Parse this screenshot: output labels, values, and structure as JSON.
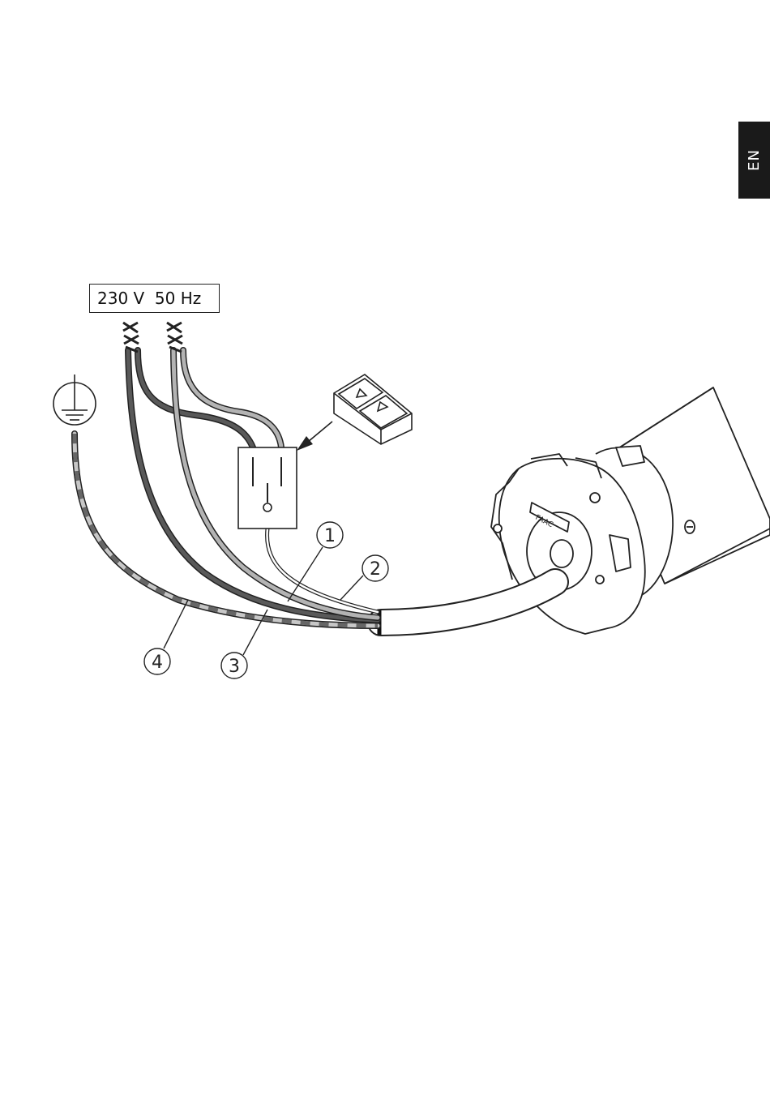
{
  "language_tab": {
    "label": "EN"
  },
  "supply": {
    "label": "230 V  50 Hz"
  },
  "callouts": [
    {
      "id": "1",
      "label": "1"
    },
    {
      "id": "2",
      "label": "2"
    },
    {
      "id": "3",
      "label": "3"
    },
    {
      "id": "4",
      "label": "4"
    }
  ],
  "icons": {
    "ground": "earth-ground-icon",
    "remote": "up-down-remote-icon",
    "switch": "switch-icon",
    "motor": "tubular-motor-icon"
  },
  "colors": {
    "wire_dark": "#595959",
    "wire_light": "#b3b3b3",
    "wire_earth_light": "#c7c7c7",
    "outline": "#222222",
    "tab_background": "#1a1a1a"
  }
}
